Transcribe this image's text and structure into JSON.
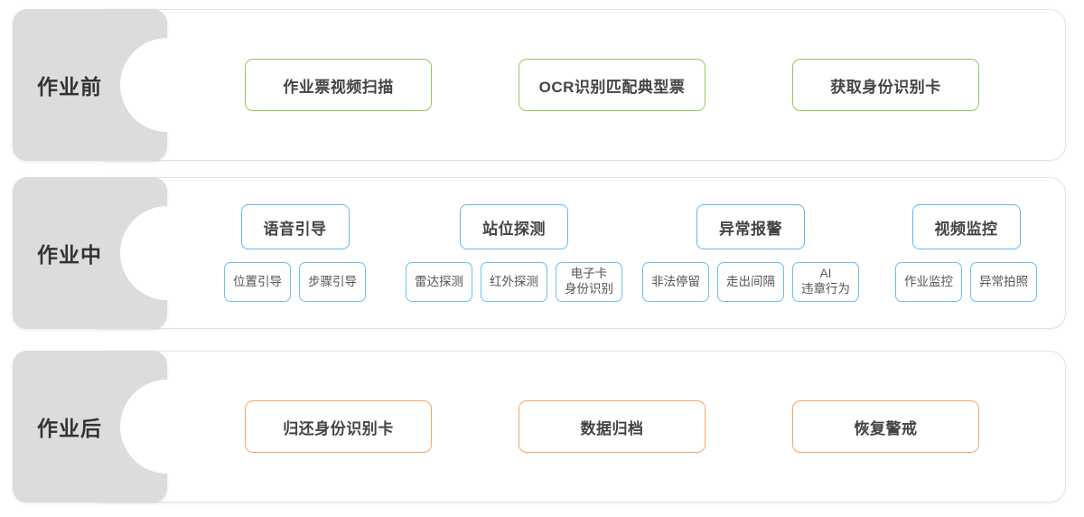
{
  "theme": {
    "tab_bg": "#dcdcdc",
    "card_bg": "#ffffff",
    "card_border": "#e3e3e3",
    "green": "#92c85c",
    "blue": "#63b8ef",
    "orange": "#f5a668",
    "text": "#444444"
  },
  "phases": [
    {
      "id": "before",
      "label": "作业前",
      "accent": "#92c85c",
      "boxes": [
        {
          "label": "作业票视频扫描"
        },
        {
          "label": "OCR识别匹配典型票"
        },
        {
          "label": "获取身份识别卡"
        }
      ]
    },
    {
      "id": "during",
      "label": "作业中",
      "accent": "#63b8ef",
      "groups": [
        {
          "label": "语音引导",
          "subs": [
            {
              "lines": [
                "位置引导"
              ]
            },
            {
              "lines": [
                "步骤引导"
              ]
            }
          ]
        },
        {
          "label": "站位探测",
          "subs": [
            {
              "lines": [
                "雷达探测"
              ]
            },
            {
              "lines": [
                "红外探测"
              ]
            },
            {
              "lines": [
                "电子卡",
                "身份识别"
              ]
            }
          ]
        },
        {
          "label": "异常报警",
          "subs": [
            {
              "lines": [
                "非法停留"
              ]
            },
            {
              "lines": [
                "走出间隔"
              ]
            },
            {
              "lines": [
                "AI",
                "违章行为"
              ]
            }
          ]
        },
        {
          "label": "视频监控",
          "subs": [
            {
              "lines": [
                "作业监控"
              ]
            },
            {
              "lines": [
                "异常拍照"
              ]
            }
          ]
        }
      ]
    },
    {
      "id": "after",
      "label": "作业后",
      "accent": "#f5a668",
      "boxes": [
        {
          "label": "归还身份识别卡"
        },
        {
          "label": "数据归档"
        },
        {
          "label": "恢复警戒"
        }
      ]
    }
  ]
}
